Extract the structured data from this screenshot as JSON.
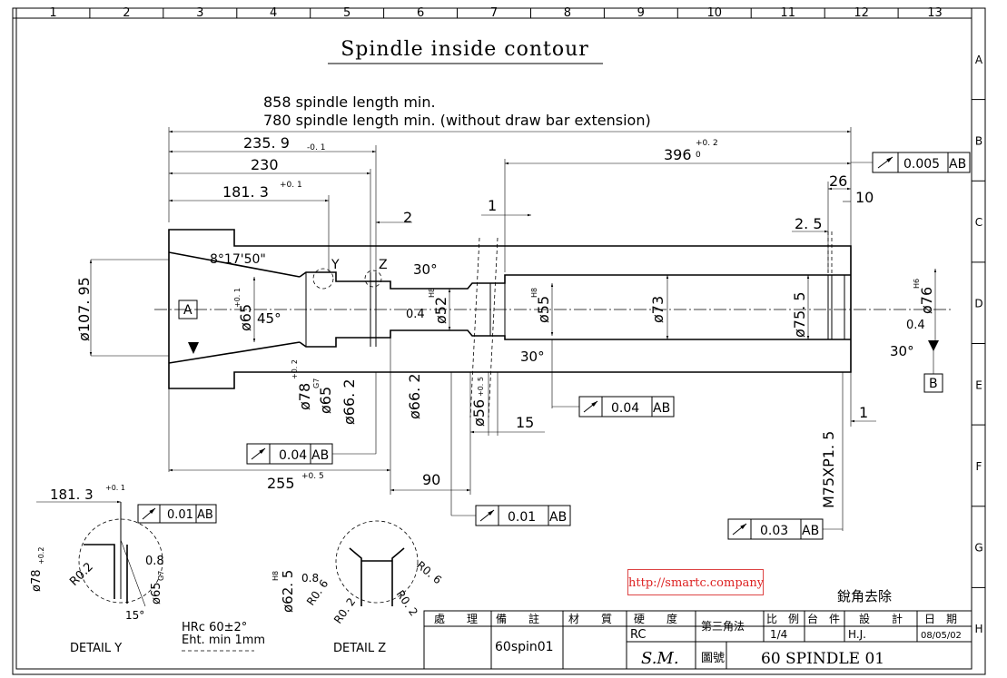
{
  "title": "Spindle inside contour",
  "zones": {
    "columns": [
      "1",
      "2",
      "3",
      "4",
      "5",
      "6",
      "7",
      "8",
      "9",
      "10",
      "11",
      "12",
      "13"
    ],
    "rows": [
      "A",
      "B",
      "C",
      "D",
      "E",
      "F",
      "G",
      "H"
    ]
  },
  "notes": {
    "length_858": "858  spindle  length  min.",
    "length_780": "780  spindle  length  min.  (without  draw  bar  extension)"
  },
  "dims": {
    "d235": "235. 9",
    "d235_tol": "-0. 1",
    "d230": "230",
    "d181": "181. 3",
    "d181_tol": "+0. 1",
    "d396": "396",
    "d396_tol_up": "+0. 2",
    "d396_tol_dn": "0",
    "d26": "26",
    "d10": "10",
    "d2_5": "2. 5",
    "d2": "2",
    "d1_top": "1",
    "d1_right": "1",
    "d15": "15",
    "d255": "255",
    "d255_tol": "+0. 5",
    "d90": "90",
    "angle_taper": "8°17'50\"",
    "angle_45": "45°",
    "angle_30a": "30°",
    "angle_30b": "30°",
    "angle_30c": "30°",
    "r04a": "0.4",
    "r04b": "0.4",
    "dia_107": "ø107. 95",
    "dia_65": "ø65",
    "dia_65_tol": "+0. 1",
    "dia_52": "ø52",
    "dia_52_fit": "H8",
    "dia_55": "ø55",
    "dia_55_fit": "H8",
    "dia_73": "ø73",
    "dia_75": "ø75. 5",
    "dia_76": "ø76",
    "dia_76_fit": "H6",
    "dia_78": "ø78",
    "dia_78_tol": "+0. 2",
    "dia_65g": "ø65",
    "dia_65g_fit": "G7",
    "dia_66a": "ø66. 2",
    "dia_66b": "ø66. 2",
    "dia_56": "ø56",
    "dia_56_tol": "+0. 5",
    "thread": "M75XP1. 5",
    "label_y": "Y",
    "label_z": "Z"
  },
  "datums": {
    "a": "A",
    "b": "B"
  },
  "tolerances": [
    {
      "value": "0.005",
      "datum": "AB"
    },
    {
      "value": "0.04",
      "datum": "AB"
    },
    {
      "value": "0.04",
      "datum": "AB"
    },
    {
      "value": "0.01",
      "datum": "AB"
    },
    {
      "value": "0.03",
      "datum": "AB"
    },
    {
      "value": "0.01",
      "datum": "AB"
    }
  ],
  "detail_y": {
    "title": "DETAIL  Y",
    "dim": "181. 3",
    "dim_tol": "+0. 1",
    "d78": "ø78",
    "d78_tol": "+0.2",
    "r02": "R0.2",
    "r08": "0.8",
    "d65": "ø65",
    "d65_fit": "G7",
    "angle": "15°"
  },
  "detail_z": {
    "title": "DETAIL  Z",
    "d62": "ø62. 5",
    "d62_fit": "H8",
    "r08": "0.8",
    "r06a": "R0. 6",
    "r06b": "R0. 6",
    "r02a": "R0. 2",
    "r02b": "R0. 2"
  },
  "material_notes": {
    "hrc": "HRc  60±2°",
    "eht": "Eht.  min  1mm"
  },
  "corner_note": "銳角去除",
  "watermark": "http://smartc.company",
  "title_block": {
    "h_proc": "處　　理",
    "h_remark": "備　　註",
    "h_material": "材　　質",
    "h_hardness": "硬　　度",
    "h_projection": "第三角法",
    "h_scale": "比　例",
    "h_qty": "台　件",
    "h_design": "設　　計",
    "h_date": "日　期",
    "remark": "60spin01",
    "hardness": "RC",
    "scale": "1/4",
    "designer": "H.J.",
    "date": "08/05/02",
    "company": "S.M.",
    "h_drawing_no": "圖號",
    "drawing_no": "60  SPINDLE  01"
  }
}
